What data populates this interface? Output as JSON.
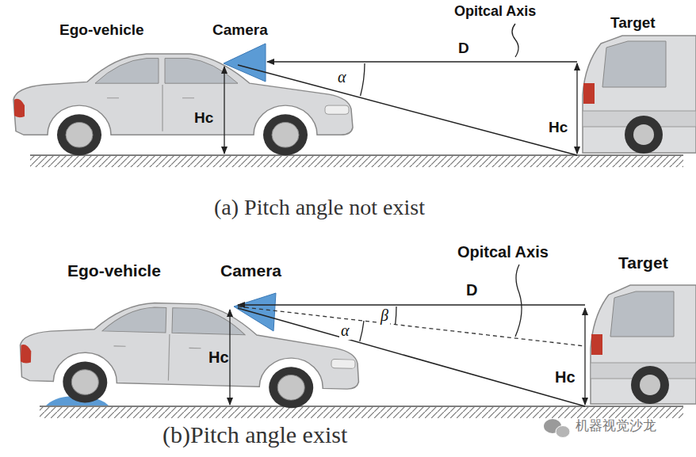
{
  "diagram": {
    "labels": [
      "Ego-vehicle",
      "Camera",
      "Opitcal Axis",
      "Target",
      "D",
      "α",
      "Hc",
      "Hc",
      "(a) Pitch angle not exist",
      "Ego-vehicle",
      "Camera",
      "Opitcal Axis",
      "Target",
      "D",
      "β",
      "α",
      "Hc",
      "Hc",
      "(b)Pitch angle exist",
      "机器视觉沙龙"
    ]
  }
}
